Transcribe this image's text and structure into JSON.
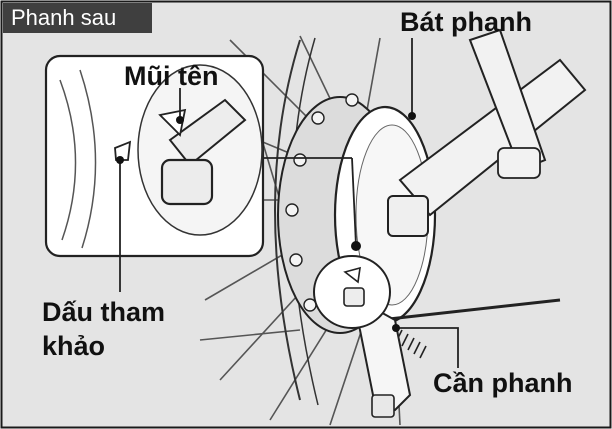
{
  "header": {
    "tag": "Phanh sau"
  },
  "labels": {
    "brake_drum": "Bát phanh",
    "arrow": "Mũi tên",
    "reference_mark_line1": "Dấu tham",
    "reference_mark_line2": "khảo",
    "brake_arm": "Cần phanh"
  },
  "colors": {
    "panel_background": "#e4e4e4",
    "header_tag": "#3f3f3f",
    "line": "#1a1a1a",
    "drum_face": "#ffffff"
  }
}
